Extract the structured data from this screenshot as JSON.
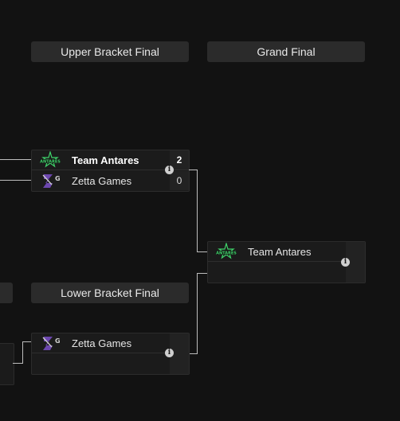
{
  "rounds": {
    "upper_final_title": "Upper Bracket Final",
    "grand_final_title": "Grand Final",
    "lower_final_title": "Lower Bracket Final"
  },
  "upper_final": {
    "team1": {
      "name": "Team Antares",
      "score": "2",
      "logo": "antares-logo",
      "winner": true
    },
    "team2": {
      "name": "Zetta Games",
      "score": "0",
      "logo": "zetta-logo",
      "winner": false
    }
  },
  "grand_final": {
    "team1": {
      "name": "Team Antares",
      "logo": "antares-logo"
    },
    "team2": {
      "name": ""
    }
  },
  "lower_final": {
    "team1": {
      "name": "Zetta Games",
      "logo": "zetta-logo"
    },
    "team2": {
      "name": ""
    }
  },
  "info_icon": "i",
  "colors": {
    "background": "#121212",
    "header": "#2b2b2b",
    "match": "#1b1b1b",
    "connector": "#bdbdbd",
    "antares_green": "#3fd46a",
    "zetta_purple": "#7a4fc9"
  }
}
